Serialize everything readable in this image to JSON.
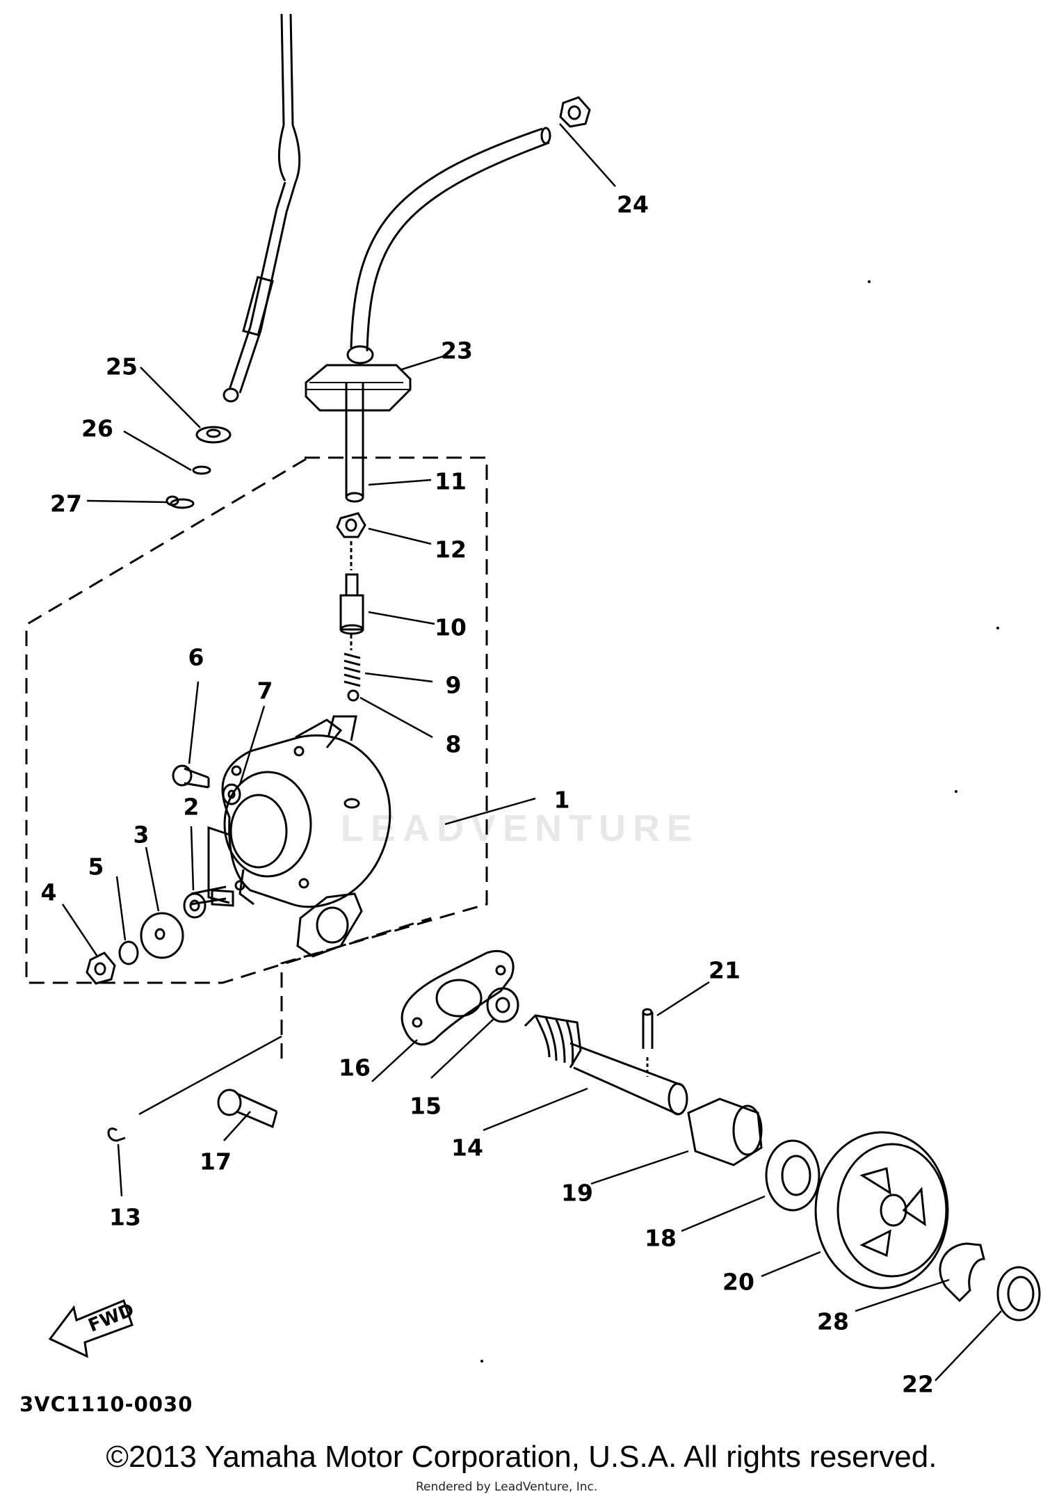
{
  "callouts": {
    "c1": "1",
    "c2": "2",
    "c3": "3",
    "c4": "4",
    "c5": "5",
    "c6": "6",
    "c7": "7",
    "c8": "8",
    "c9": "9",
    "c10": "10",
    "c11": "11",
    "c12": "12",
    "c13": "13",
    "c14": "14",
    "c15": "15",
    "c16": "16",
    "c17": "17",
    "c18": "18",
    "c19": "19",
    "c20": "20",
    "c21": "21",
    "c22": "22",
    "c23": "23",
    "c24": "24",
    "c25": "25",
    "c26": "26",
    "c27": "27",
    "c28": "28"
  },
  "fwd_label": "FWD",
  "diagram_code": "3VC1110-0030",
  "copyright": "©2013 Yamaha Motor Corporation, U.S.A. All rights reserved.",
  "rendered_by": "Rendered by LeadVenture, Inc.",
  "watermark": "LEADVENTURE"
}
